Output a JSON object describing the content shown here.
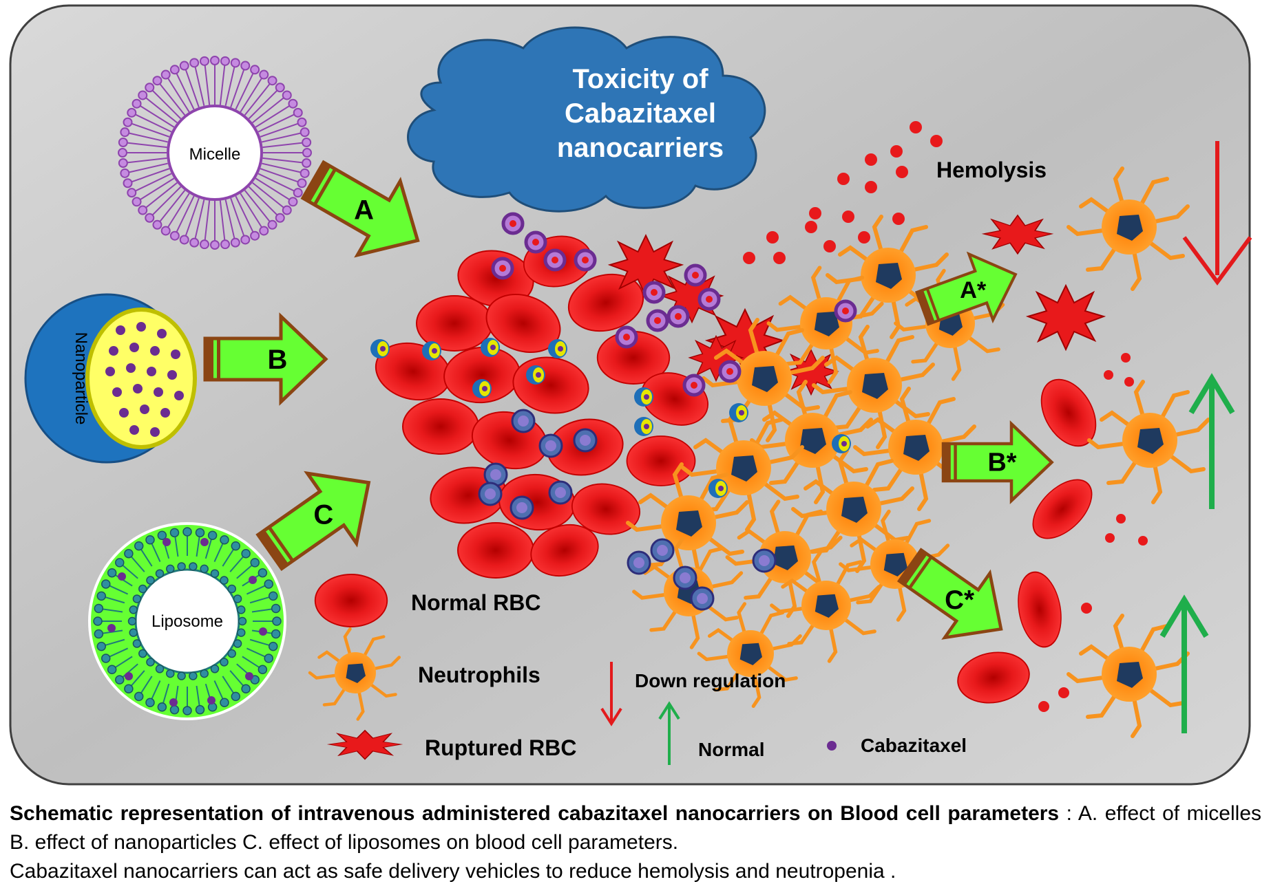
{
  "title": {
    "line1": "Toxicity of",
    "line2": "Cabazitaxel",
    "line3": "nanocarriers"
  },
  "carriers": {
    "micelle": "Micelle",
    "nanoparticle": "Nanoparticle",
    "liposome": "Liposome"
  },
  "arrows": {
    "a": "A",
    "b": "B",
    "c": "C",
    "a_star": "A*",
    "b_star": "B*",
    "c_star": "C*"
  },
  "labels": {
    "hemolysis": "Hemolysis"
  },
  "legend": {
    "normal_rbc": "Normal RBC",
    "neutrophils": "Neutrophils",
    "ruptured_rbc": "Ruptured RBC",
    "down_regulation": "Down regulation",
    "normal": "Normal",
    "cabazitaxel": "Cabazitaxel"
  },
  "caption": {
    "bold": "Schematic representation of intravenous administered cabazitaxel nanocarriers on Blood cell parameters",
    "text1": " : A. effect of micelles B. effect of nanoparticles C. effect of liposomes on blood cell parameters.",
    "text2": "Cabazitaxel nanocarriers can act as safe delivery vehicles to reduce hemolysis and neutropenia ."
  },
  "colors": {
    "rbc": "#e8191b",
    "neutrophil": "#f7931e",
    "arrow_fill": "#66ff33",
    "arrow_stroke": "#8b4513",
    "cloud": "#2e75b6",
    "down": "#e31a1c",
    "up": "#1fae4b",
    "drug": "#6b2c91"
  }
}
